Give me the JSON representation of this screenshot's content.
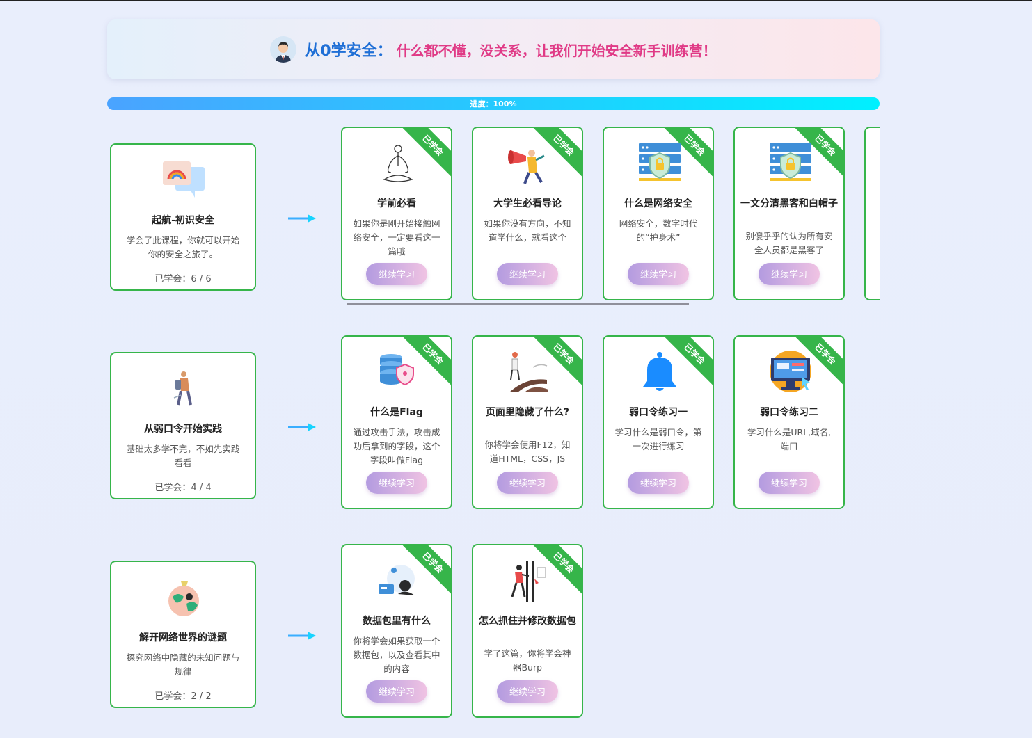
{
  "banner": {
    "title": "从0学安全：",
    "subtitle": "什么都不懂，没关系，让我们开始安全新手训练营！"
  },
  "progress": {
    "label": "进度：100%",
    "value": 1.0
  },
  "colors": {
    "accent_green": "#36b54a",
    "title_blue": "#1f6fd6",
    "title_pink": "#e03a86",
    "progress_start": "#4aa3ff",
    "progress_end": "#00f0ff"
  },
  "badge_label": "已学会",
  "button_label": "继续学习",
  "groups": [
    {
      "left": {
        "title": "起航-初识安全",
        "desc": "学会了此课程，你就可以开始你的安全之旅了。",
        "count": "已学会：6 / 6",
        "icon": "rainbow-icon"
      },
      "cards": [
        {
          "title": "学前必看",
          "desc": "如果你是刚开始接触网络安全，一定要看这一篇哦",
          "icon": "meditation-icon"
        },
        {
          "title": "大学生必看导论",
          "desc": "如果你没有方向，不知道学什么，就看这个",
          "icon": "megaphone-icon"
        },
        {
          "title": "什么是网络安全",
          "desc": "网络安全，数字时代的“护身术”",
          "icon": "server-shield-icon"
        },
        {
          "title": "一文分清黑客和白帽子",
          "desc": "别傻乎乎的认为所有安全人员都是黑客了",
          "icon": "server-shield-icon"
        }
      ]
    },
    {
      "left": {
        "title": "从弱口令开始实践",
        "desc": "基础太多学不完，不如先实践看看",
        "count": "已学会：4 / 4",
        "icon": "hiker-icon"
      },
      "cards": [
        {
          "title": "什么是Flag",
          "desc": "通过攻击手法，攻击成功后拿到的字段，这个字段叫做Flag",
          "icon": "database-shield-icon"
        },
        {
          "title": "页面里隐藏了什么?",
          "desc": "你将学会使用F12，知道HTML，CSS，JS",
          "icon": "crossroad-icon"
        },
        {
          "title": "弱口令练习一",
          "desc": "学习什么是弱口令，第一次进行练习",
          "icon": "bell-icon"
        },
        {
          "title": "弱口令练习二",
          "desc": "学习什么是URL,域名,端口",
          "icon": "monitor-icon"
        }
      ]
    },
    {
      "left": {
        "title": "解开网络世界的谜题",
        "desc": "探究网络中隐藏的未知问题与规律",
        "count": "已学会：2 / 2",
        "icon": "globe-icon"
      },
      "cards": [
        {
          "title": "数据包里有什么",
          "desc": "你将学会如果获取一个数据包，以及查看其中的内容",
          "icon": "packet-icon"
        },
        {
          "title": "怎么抓住并修改数据包",
          "desc": "学了这篇，你将学会神器Burp",
          "icon": "catch-icon"
        }
      ]
    }
  ]
}
